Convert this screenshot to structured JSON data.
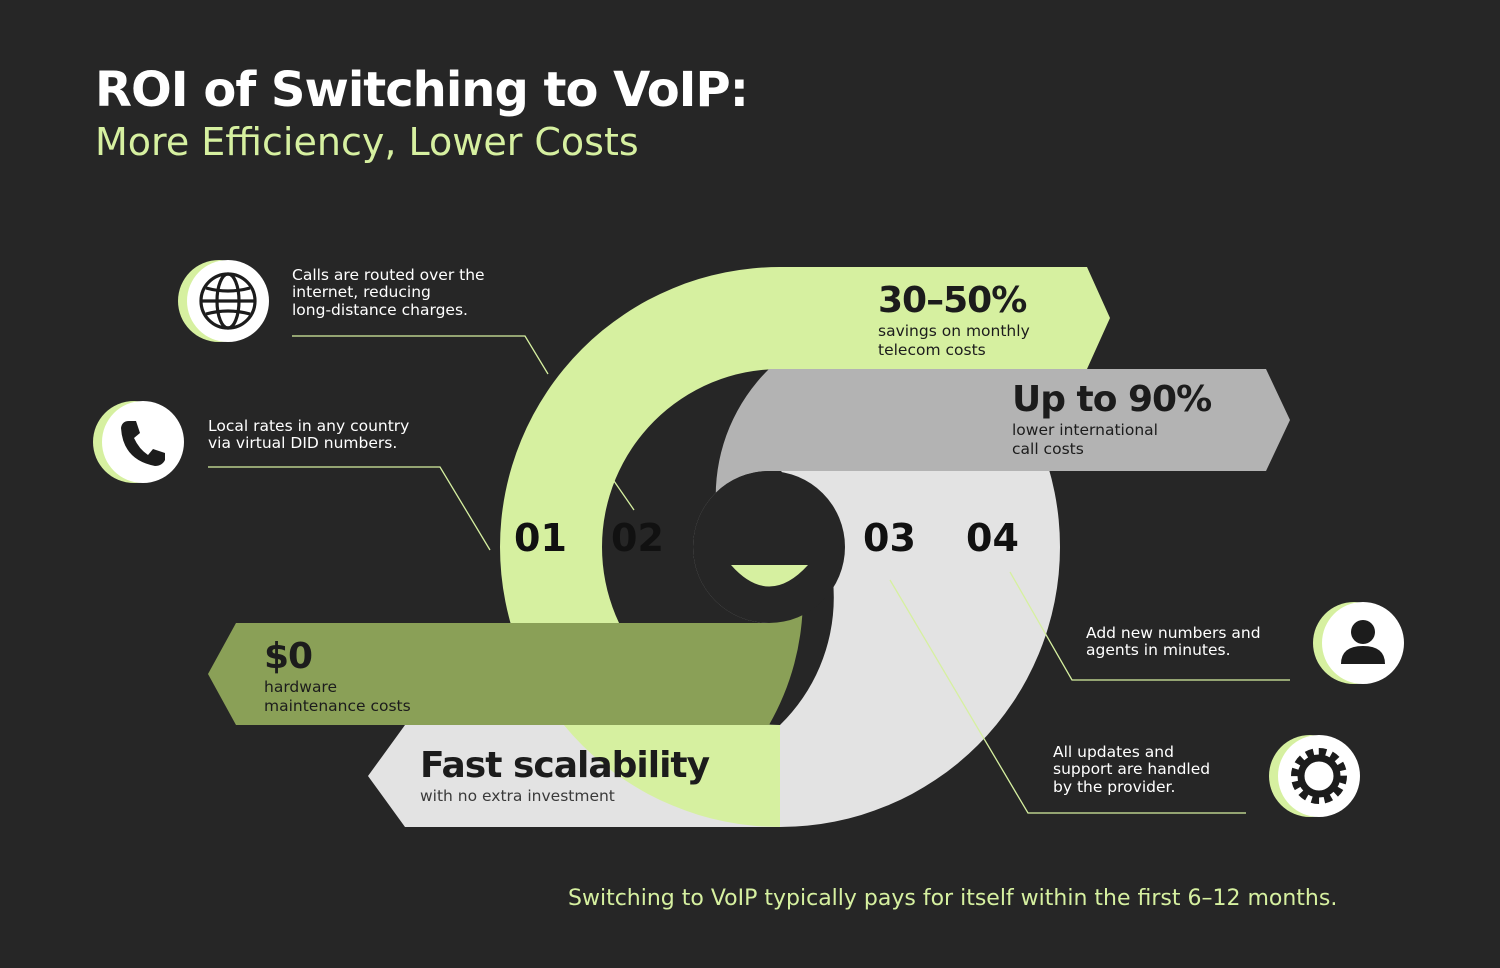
{
  "header": {
    "title": "ROI of Switching to VoIP:",
    "subtitle": "More Efficiency, Lower Costs"
  },
  "bands": [
    {
      "stat": "30–50%",
      "lines": [
        "savings on monthly",
        "telecom costs"
      ]
    },
    {
      "stat": "Up to 90%",
      "lines": [
        "lower international",
        "call costs"
      ]
    },
    {
      "stat": "$0",
      "lines": [
        "hardware",
        "maintenance costs"
      ]
    },
    {
      "stat": "Fast scalability",
      "lines": [
        "with no extra investment"
      ]
    }
  ],
  "numbers": [
    "01",
    "02",
    "03",
    "04"
  ],
  "captions": [
    {
      "icon": "globe-icon",
      "lines": [
        "Calls are routed over the",
        "internet, reducing",
        "long-distance charges."
      ]
    },
    {
      "icon": "phone-icon",
      "lines": [
        "Local rates in any country",
        "via virtual DID numbers."
      ]
    },
    {
      "icon": "user-icon",
      "lines": [
        "Add new numbers and",
        "agents in minutes."
      ]
    },
    {
      "icon": "gear-icon",
      "lines": [
        "All updates and",
        "support are handled",
        "by the provider."
      ]
    }
  ],
  "footer": "Switching to VoIP typically pays for itself within the first 6–12 months.",
  "colors": {
    "background": "#262626",
    "lime": "#d6f0a0",
    "gray": "#b3b3b3",
    "olive": "#8aa057",
    "light": "#e3e3e3"
  }
}
